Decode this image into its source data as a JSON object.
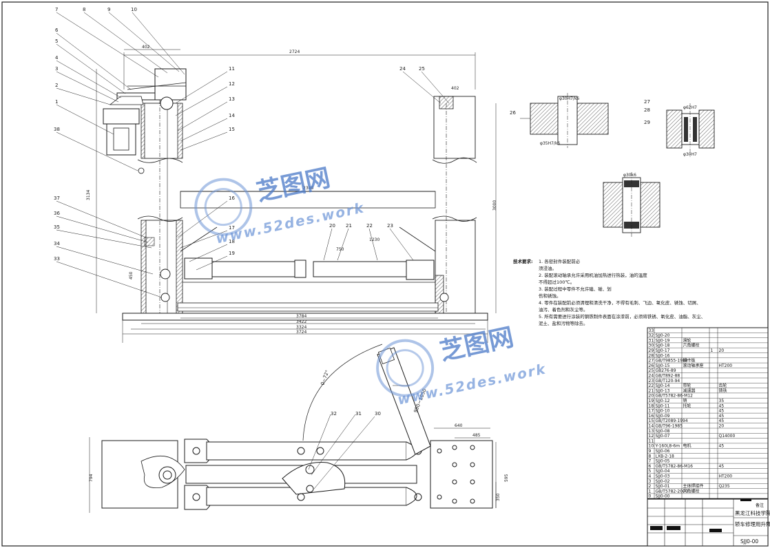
{
  "drawing": {
    "part_numbers_top": [
      "7",
      "8",
      "9",
      "10",
      "6",
      "5",
      "4",
      "3",
      "2",
      "1",
      "38",
      "11",
      "12",
      "13",
      "14",
      "15",
      "24",
      "25",
      "16",
      "17",
      "18",
      "19",
      "20",
      "21",
      "22",
      "23",
      "37",
      "36",
      "35",
      "34",
      "33",
      "26",
      "27",
      "28",
      "29",
      "30",
      "31",
      "32"
    ],
    "dimensions": {
      "top_span": "2724",
      "top_left": "402",
      "right_small": "402",
      "height_left": "3134",
      "height_right": "3000",
      "inner_span": "2340",
      "mid_1": "750",
      "mid_2": "1230",
      "bottom_1": "3784",
      "bottom_2": "3422",
      "bottom_3": "3324",
      "bottom_4": "3724",
      "left_mid": "450",
      "arc_label": "0~72°",
      "arm_label": "950~1050",
      "plan_w1": "640",
      "plan_w2": "485",
      "plan_h1": "794",
      "plan_h2": "595",
      "plan_h3": "350",
      "det_top_1": "φ30H7/k6",
      "det_top_2": "φ35H7/k6",
      "det_right_1": "φ62H7",
      "det_right_2": "φ30H7",
      "det_right_3": "φ30k6"
    }
  },
  "tech_notes": {
    "title": "技术要求:",
    "lines": [
      "1. 各密封件装配前必",
      "须浸油。",
      "2. 装配滚动轴承允许采用机油加热进行热装，油的温度",
      "不得超过100℃。",
      "3. 装配过程中零件不允许磕、碰、划",
      "伤和锈蚀。",
      "4. 零件在装配前必须清理和清洗干净，不得有毛刺、飞边、氧化皮、锈蚀、切屑、",
      "油污、着色剂和灰尘等。",
      "5. 所有需要进行涂装的钢铁制件表面在涂漆前，必须将铁锈、氧化皮、油脂、灰尘、",
      "泥土、盐和污物等除去。"
    ]
  },
  "bom": {
    "rows": [
      {
        "no": "33",
        "code": "",
        "name": "",
        "qty": "",
        "mat": ""
      },
      {
        "no": "32",
        "code": "SJJ0-20",
        "name": "",
        "qty": "",
        "mat": ""
      },
      {
        "no": "31",
        "code": "SJJ0-19",
        "name": "滑轮",
        "qty": "",
        "mat": ""
      },
      {
        "no": "30",
        "code": "SJJ0-18",
        "name": "六角螺栓",
        "qty": "",
        "mat": ""
      },
      {
        "no": "29",
        "code": "SJJ0-17",
        "name": "",
        "qty": "1",
        "mat": "20"
      },
      {
        "no": "28",
        "code": "SJJ0-16",
        "name": "",
        "qty": "",
        "mat": ""
      },
      {
        "no": "27",
        "code": "GB/T9855-1988",
        "name": "接卡板",
        "qty": "",
        "mat": ""
      },
      {
        "no": "26",
        "code": "SJJ0-15",
        "name": "滚动轴承座",
        "qty": "",
        "mat": "HT200"
      },
      {
        "no": "25",
        "code": "GB276-89",
        "name": "",
        "qty": "",
        "mat": ""
      },
      {
        "no": "24",
        "code": "GB/T892-88",
        "name": "",
        "qty": "",
        "mat": ""
      },
      {
        "no": "23",
        "code": "GB/T120-94",
        "name": "",
        "qty": "",
        "mat": ""
      },
      {
        "no": "22",
        "code": "SJJ0-14",
        "name": "带轮",
        "qty": "",
        "mat": "齿轮"
      },
      {
        "no": "21",
        "code": "SJJ0-13",
        "name": "减速器",
        "qty": "",
        "mat": "铸铁"
      },
      {
        "no": "20",
        "code": "GB/T5782-86-M12",
        "name": "",
        "qty": "",
        "mat": ""
      },
      {
        "no": "19",
        "code": "SJJ0-12",
        "name": "销",
        "qty": "",
        "mat": "35"
      },
      {
        "no": "18",
        "code": "SJJ0-11",
        "name": "托轮",
        "qty": "",
        "mat": "45"
      },
      {
        "no": "17",
        "code": "SJJ0-10",
        "name": "",
        "qty": "",
        "mat": "45"
      },
      {
        "no": "16",
        "code": "SJJ0-09",
        "name": "",
        "qty": "",
        "mat": "45"
      },
      {
        "no": "15",
        "code": "GB/T2089-1994",
        "name": "",
        "qty": "",
        "mat": "45"
      },
      {
        "no": "14",
        "code": "GB/T96-1985",
        "name": "",
        "qty": "",
        "mat": "20"
      },
      {
        "no": "13",
        "code": "SJJ0-08",
        "name": "",
        "qty": "",
        "mat": ""
      },
      {
        "no": "12",
        "code": "SJJ0-07",
        "name": "",
        "qty": "",
        "mat": "Q14000"
      },
      {
        "no": "11",
        "code": "",
        "name": "",
        "qty": "",
        "mat": ""
      },
      {
        "no": "10",
        "code": "Y-160L8-6m",
        "name": "电机",
        "qty": "",
        "mat": "45"
      },
      {
        "no": "9",
        "code": "SJJ0-06",
        "name": "",
        "qty": "",
        "mat": ""
      },
      {
        "no": "8",
        "code": "LXB-2-18",
        "name": "",
        "qty": "",
        "mat": ""
      },
      {
        "no": "7",
        "code": "SJJ0-05",
        "name": "",
        "qty": "",
        "mat": ""
      },
      {
        "no": "6",
        "code": "GB/T5782-86-M16",
        "name": "",
        "qty": "",
        "mat": "45"
      },
      {
        "no": "5",
        "code": "SJJ0-04",
        "name": "",
        "qty": "",
        "mat": ""
      },
      {
        "no": "4",
        "code": "SJJ0-03",
        "name": "",
        "qty": "",
        "mat": "HT200"
      },
      {
        "no": "3",
        "code": "SJJ0-02",
        "name": "",
        "qty": "",
        "mat": ""
      },
      {
        "no": "2",
        "code": "SJJ0-01",
        "name": "主体焊接件",
        "qty": "",
        "mat": "Q235"
      },
      {
        "no": "1",
        "code": "GB/T5782-2000",
        "name": "六角螺栓",
        "qty": "",
        "mat": ""
      },
      {
        "no": "0",
        "code": "SJJ0-00",
        "name": "",
        "qty": "",
        "mat": ""
      }
    ],
    "remark_label": "备注"
  },
  "title_block": {
    "school": "黑龙江科技学院",
    "product": "轿车修理用升降机",
    "drawing_no": "SJJ0-00"
  },
  "watermark": {
    "cn": "芝图网",
    "url": "www.52des.work"
  },
  "colors": {
    "line": "#1a1a1a",
    "hatch": "#333333",
    "watermark": "#4a79c8"
  }
}
